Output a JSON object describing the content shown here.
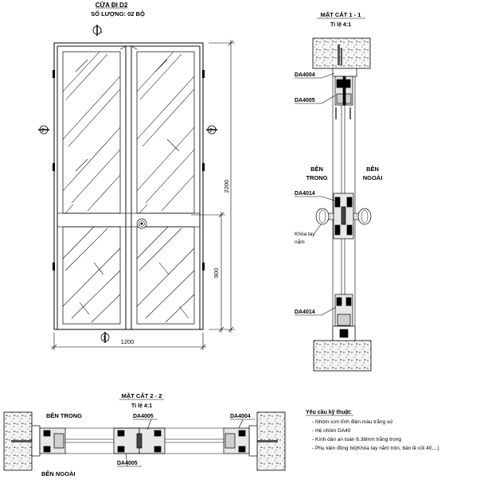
{
  "elevation": {
    "title": "CỬA ĐI D2",
    "quantity": "SỐ LƯỢNG: 02 BỘ",
    "marker_1": "1",
    "marker_2": "2",
    "dim_width": "1200",
    "dim_height": "2200",
    "dim_lower": "900"
  },
  "section_1": {
    "title": "MẶT CẮT 1 - 1",
    "scale": "Tỉ lệ 4:1",
    "label_top_1": "DA4004",
    "label_top_2": "DA4005",
    "label_mid": "DA4014",
    "label_bottom": "DA4014",
    "side_in_1": "BÊN",
    "side_in_2": "TRONG",
    "side_out_1": "BÊN",
    "side_out_2": "NGOÀI",
    "lock_1": "Khóa tay",
    "lock_2": "nắm"
  },
  "section_2": {
    "title": "MẶT CẮT 2 - 2",
    "scale": "Tỉ lệ 4:1",
    "side_in": "BÊN TRONG",
    "side_out": "BÊN NGOÀI",
    "label_a": "DA4005",
    "label_b": "DA4004",
    "label_c": "DA4005"
  },
  "specs": {
    "title": "Yêu cầu kỹ thuật:",
    "items": [
      "- Nhôm sơn tĩnh điện màu trắng sứ",
      "- Hệ nhôm DA40",
      "- Kính dán an toàn 6.38mm trắng trong",
      "- Phụ kiện đồng bộ(Khóa tay nắm tròn, bản lề cối 40,...)"
    ]
  }
}
